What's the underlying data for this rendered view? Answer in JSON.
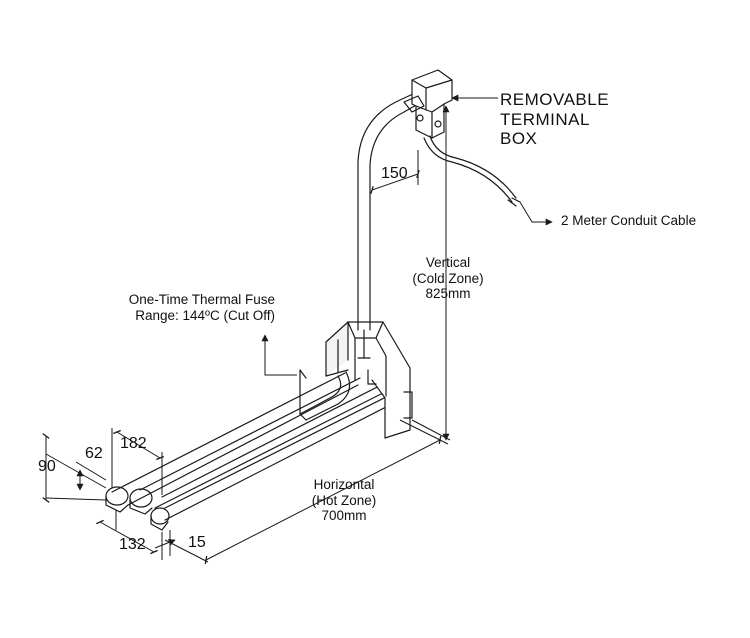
{
  "labels": {
    "terminal_box": [
      "REMOVABLE",
      "TERMINAL",
      "BOX"
    ],
    "conduit_cable": "2 Meter Conduit Cable",
    "vertical": [
      "Vertical",
      "(Cold Zone)",
      "825mm"
    ],
    "fuse": [
      "One-Time Thermal Fuse",
      "Range: 144ºC (Cut Off)"
    ],
    "horizontal": [
      "Horizontal",
      "(Hot Zone)",
      "700mm"
    ]
  },
  "dimensions": {
    "d150": "150",
    "d182": "182",
    "d62": "62",
    "d90": "90",
    "d132": "132",
    "d15": "15"
  },
  "colors": {
    "line": "#1a1a1a",
    "shade": "#f3f3f3",
    "body": "#ffffff"
  }
}
